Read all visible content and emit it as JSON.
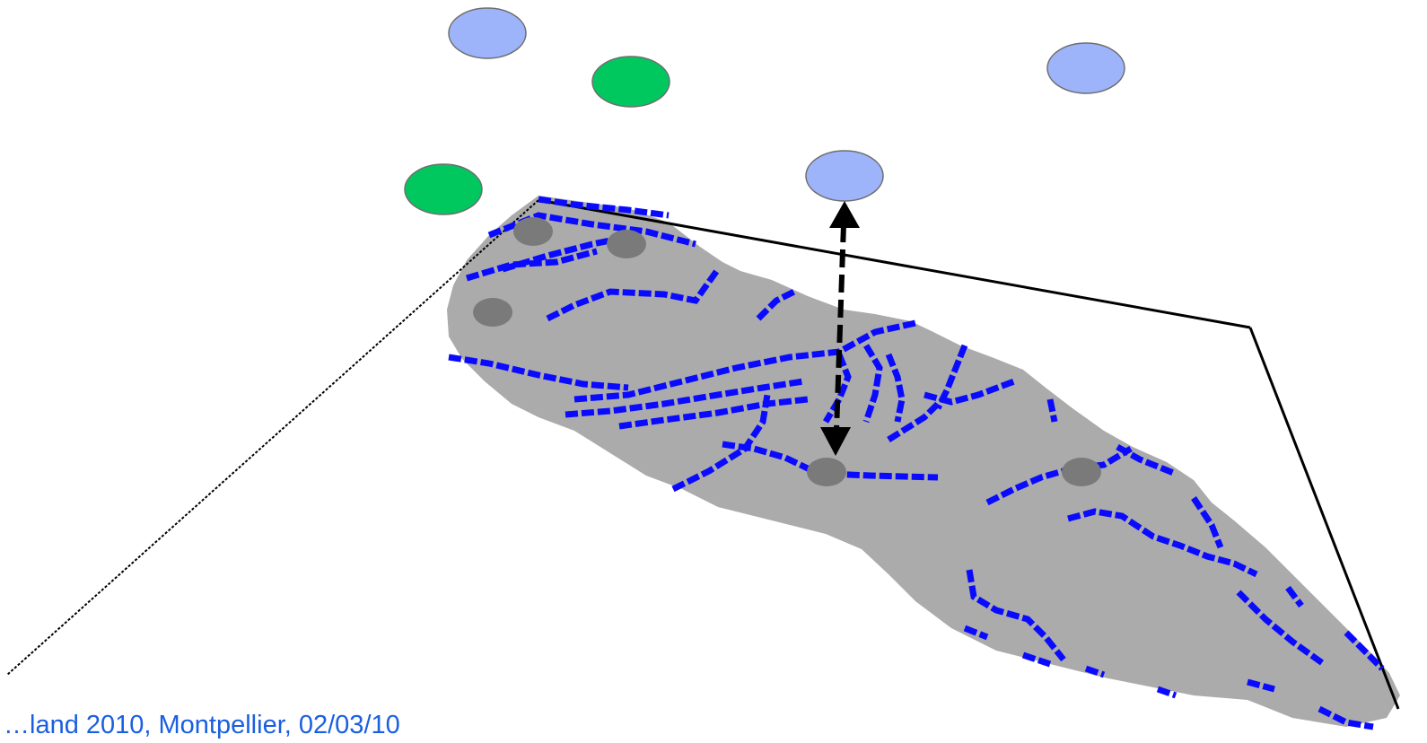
{
  "footer": {
    "text": "…land 2010, Montpellier, 02/03/10",
    "color": "#1a5fe0"
  },
  "colors": {
    "background": "#ffffff",
    "catchment": "#ababab",
    "river_network": "#0a0aff",
    "plane_outline": "#000000",
    "upper_node_blue": "#9db4fb",
    "upper_node_green": "#00c85f",
    "ground_node": "#7a7a7a",
    "node_stroke": "#6e6e6e",
    "arrow": "#000000"
  },
  "nodes": {
    "upper_blue_icon": "blue-ellipse",
    "upper_green_icon": "green-ellipse",
    "ground_icon": "grey-ellipse"
  }
}
